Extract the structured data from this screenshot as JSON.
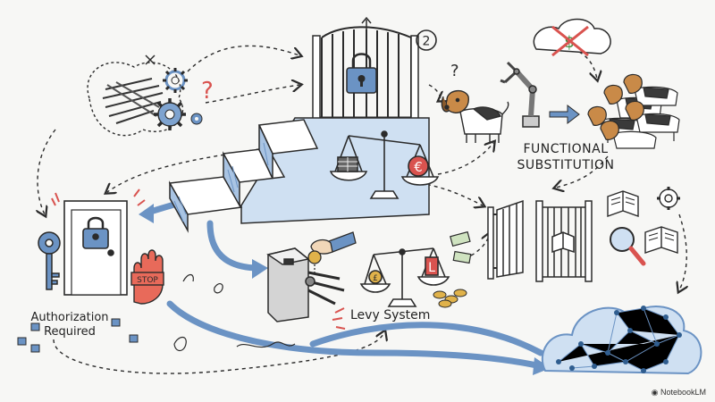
{
  "labels": {
    "step_number": "2",
    "functional_substitution_line1": "FUNCTIONAL",
    "functional_substitution_line2": "SUBSTITUTION",
    "authorization_line1": "Authorization",
    "authorization_line2": "Required",
    "levy": "Levy System",
    "stop_sign": "STOP",
    "currency_dollar": "$",
    "currency_euro": "€",
    "currency_pound": "£",
    "currency_l": "L",
    "question_mark": "?"
  },
  "branding": {
    "text": "NotebookLM"
  },
  "colors": {
    "ink": "#2b2b2b",
    "blue": "#6b93c4",
    "light_blue": "#a9c4e3",
    "red": "#d9534f",
    "orange": "#d9742b",
    "gold": "#e0b24a",
    "beagle_tan": "#c98a48"
  }
}
